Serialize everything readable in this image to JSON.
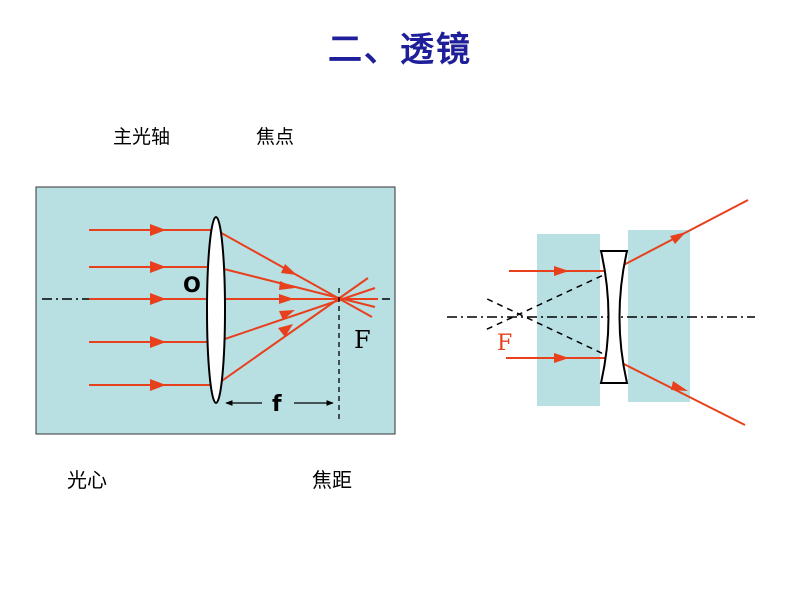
{
  "title": "二、透镜",
  "labels": {
    "principal_axis": "主光轴",
    "focal_point": "焦点",
    "optical_center": "光心",
    "focal_length": "焦距"
  },
  "convex_diagram": {
    "center_letter": "O",
    "focus_letter": "F",
    "focal_length_letter": "f"
  },
  "concave_diagram": {
    "focus_letter": "F"
  },
  "colors": {
    "title": "#1f1f9a",
    "panel_bg": "#b8e0e3",
    "ray": "#e8401c",
    "focus_concave": "#e8401c"
  }
}
